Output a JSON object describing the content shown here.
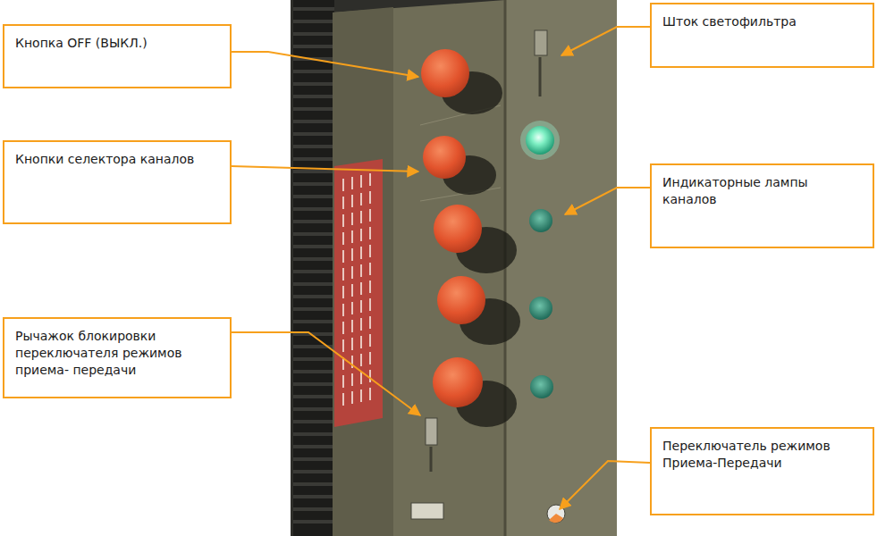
{
  "diagram": {
    "nodes": [
      {
        "text": [
          "Кнопка OFF (ВЫКЛ.)"
        ]
      },
      {
        "text": [
          "Кнопки селектора каналов"
        ]
      },
      {
        "text": [
          "Рычажок блокировки переключателя режимов приема- передачи"
        ]
      },
      {
        "text": [
          "Шток светофильтра"
        ]
      },
      {
        "text": [
          "Индикаторные лампы каналов"
        ]
      },
      {
        "text": [
          "Переключатель режимов Приема-Передачи"
        ]
      }
    ]
  }
}
